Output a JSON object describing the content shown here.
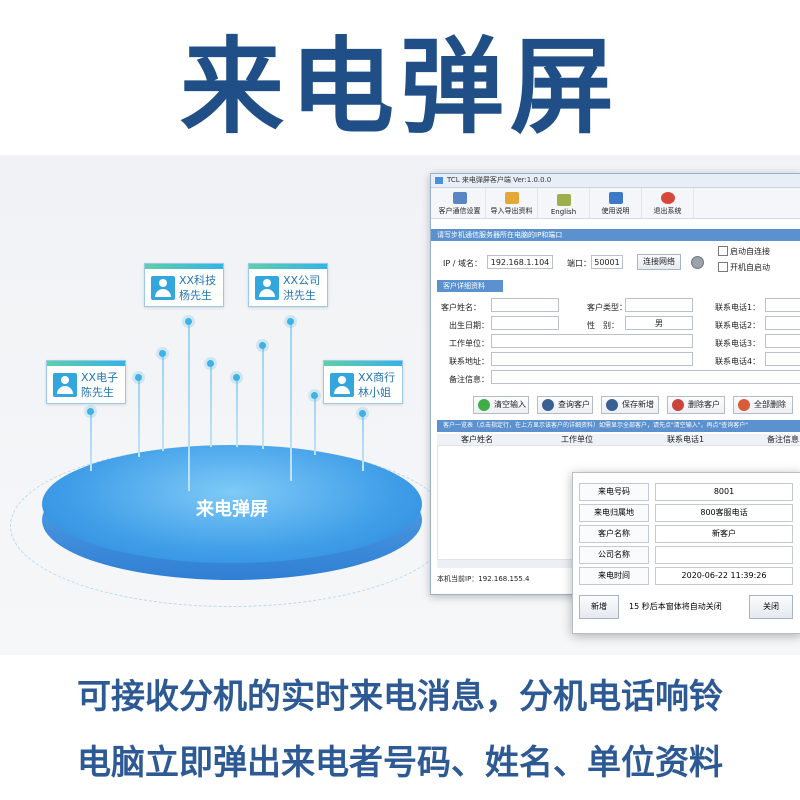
{
  "headline": "来电弹屏",
  "diagram": {
    "center_label": "来电弹屏",
    "cards": [
      {
        "company": "XX电子",
        "person": "陈先生"
      },
      {
        "company": "XX科技",
        "person": "杨先生"
      },
      {
        "company": "XX公司",
        "person": "洪先生"
      },
      {
        "company": "XX商行",
        "person": "林小姐"
      }
    ]
  },
  "app": {
    "title": "TCL 来电弹屏客户端 Ver:1.0.0.0",
    "toolbar": [
      "客户通信设置",
      "导入导出资料",
      "English",
      "使用说明",
      "退出系统"
    ],
    "server_section": "请写步机通信服务器所在电脑的IP和端口",
    "ip_label": "IP / 域名：",
    "ip_value": "192.168.1.104",
    "port_label": "端口：",
    "port_value": "50001",
    "connect_button": "连接网络",
    "auto_connect": "启动自连接",
    "auto_start": "开机自启动",
    "customer_section": "客户详细资料",
    "labels": {
      "name": "客户姓名：",
      "type": "客户类型：",
      "tel1": "联系电话1：",
      "birth": "出生日期：",
      "gender": "性　别：",
      "tel2": "联系电话2：",
      "work": "工作单位：",
      "tel3": "联系电话3：",
      "address": "联系地址：",
      "tel4": "联系电话4：",
      "note": "备注信息："
    },
    "gender_value": "男",
    "actions": [
      "清空输入",
      "查询客户",
      "保存新增",
      "删除客户",
      "全部删除"
    ],
    "list_section": "客户一览表（点击指定行，在上方显示该客户的详细资料）如需显示全部客户，请先点\"清空输入\"，再点\"查询客户\"",
    "columns": [
      "客户姓名",
      "工作单位",
      "联系电话1",
      "备注信息"
    ],
    "status_text": "本机当前IP：192.168.155.4"
  },
  "popup": {
    "rows": [
      {
        "key": "来电号码",
        "value": "8001"
      },
      {
        "key": "来电归属地",
        "value": "800客服电话"
      },
      {
        "key": "客户名称",
        "value": "新客户"
      },
      {
        "key": "公司名称",
        "value": ""
      },
      {
        "key": "来电时间",
        "value": "2020-06-22 11:39:26"
      }
    ],
    "add_button": "新增",
    "countdown": "15 秒后本窗体将自动关闭",
    "close_button": "关闭"
  },
  "captions": [
    "可接收分机的实时来电消息，分机电话响铃",
    "电脑立即弹出来电者号码、姓名、单位资料"
  ]
}
